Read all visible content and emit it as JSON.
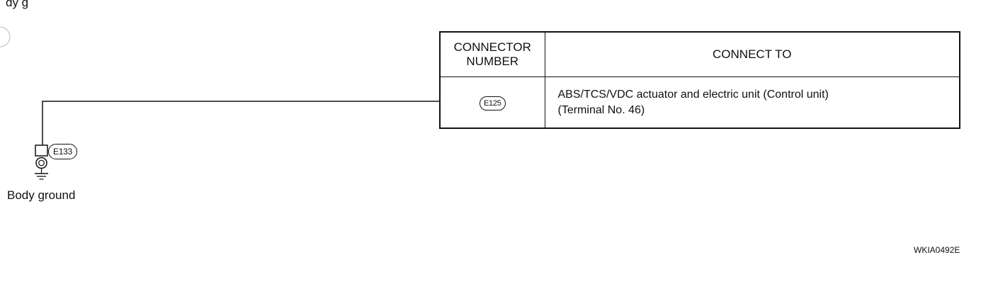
{
  "fragment_text": "dy g",
  "table": {
    "header_connector_number_line1": "CONNECTOR",
    "header_connector_number_line2": "NUMBER",
    "header_connect_to": "CONNECT TO",
    "rows": [
      {
        "connector": "E125",
        "description_line1": "ABS/TCS/VDC actuator and electric unit (Control unit)",
        "description_line2": "(Terminal No. 46)"
      }
    ]
  },
  "ground": {
    "connector": "E133",
    "label": "Body ground"
  },
  "figure_code": "WKIA0492E"
}
